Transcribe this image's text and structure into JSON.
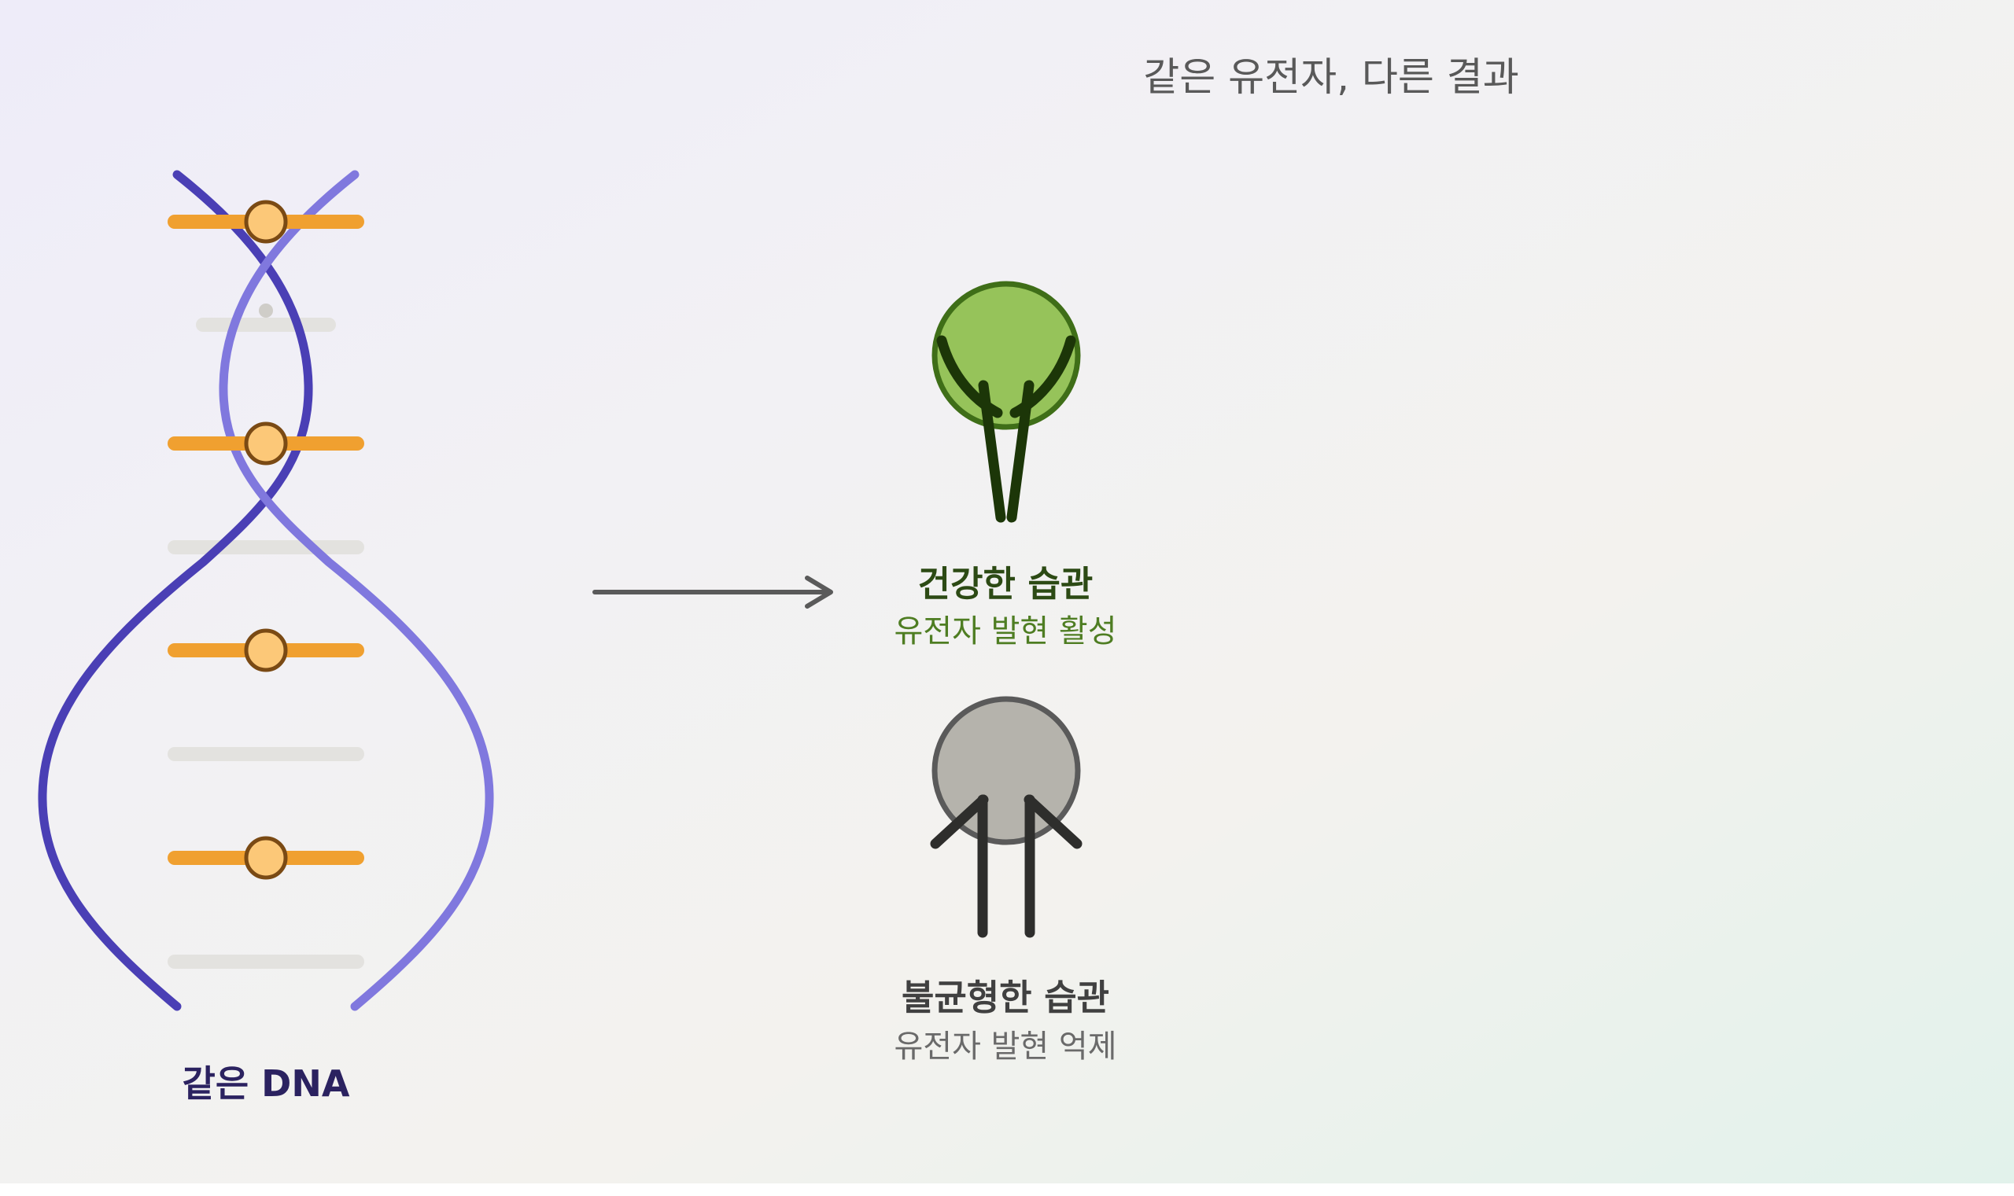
{
  "title": "같은 유전자, 다른 결과",
  "dna": {
    "label": "같은 DNA",
    "strand_colors": [
      "#4a3fb5",
      "#8078de"
    ],
    "active_base_color": "#f0a030",
    "active_marker_color": "#fcc878",
    "inactive_base_color": "#e3e2df"
  },
  "arrow": {
    "color": "#5a5a5a"
  },
  "outcomes": [
    {
      "title": "건강한 습관",
      "subtitle": "유전자 발현 활성",
      "color": "#96c35a",
      "outline_color": "#3f6e18"
    },
    {
      "title": "불균형한 습관",
      "subtitle": "유전자 발현 억제",
      "color": "#b5b3ac",
      "outline_color": "#5a5a5a"
    }
  ]
}
